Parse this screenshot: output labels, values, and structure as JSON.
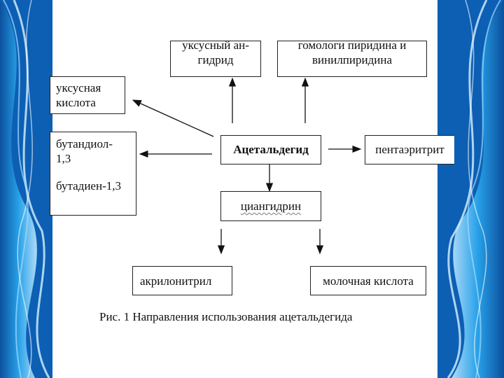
{
  "diagram": {
    "center": "Ацетальдегид",
    "top_left": {
      "line1": "уксусный ан-",
      "line2": "гидрид"
    },
    "top_right": {
      "line1": "гомологи пиридина и",
      "line2": "винилпиридина"
    },
    "acetic_acid": {
      "line1": "уксусная",
      "line2": "кислота"
    },
    "butane": {
      "line1": "бутандиол-",
      "line2": "1,3",
      "line3": "бутадиен-1,3"
    },
    "pentaerythritol": "пентаэритрит",
    "cyanohydrin": "циангидрин",
    "acrylonitrile": "акрилонитрил",
    "lactic_acid": "молочная кислота"
  },
  "caption": "Рис. 1 Направления использования ацетальдегида",
  "colors": {
    "decor_blue": "#1a7fd0",
    "decor_light": "#7fd4ff",
    "border": "#222222"
  }
}
